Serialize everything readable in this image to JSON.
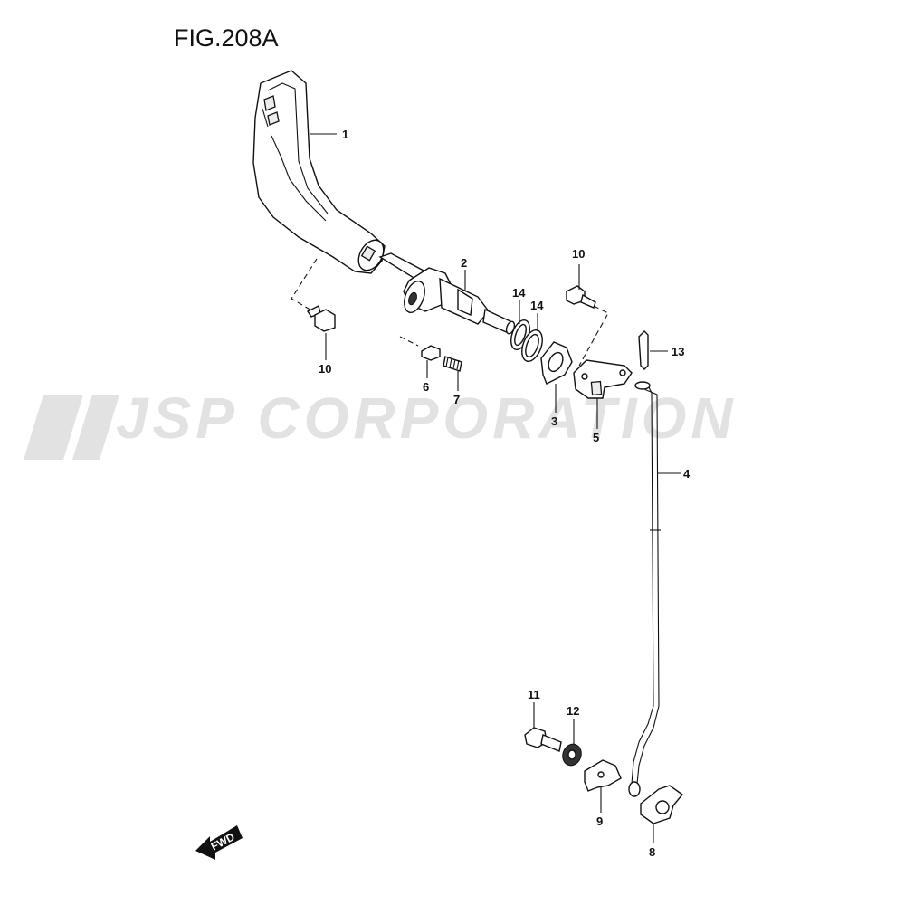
{
  "title": "FIG.208A",
  "watermark": "JSP CORPORATION",
  "fwd_label": "FWD",
  "callouts": {
    "p1": "1",
    "p2": "2",
    "p3": "3",
    "p4": "4",
    "p5": "5",
    "p6": "6",
    "p7": "7",
    "p8": "8",
    "p9": "9",
    "p10a": "10",
    "p10b": "10",
    "p11": "11",
    "p12": "12",
    "p13": "13",
    "p14a": "14",
    "p14b": "14"
  }
}
